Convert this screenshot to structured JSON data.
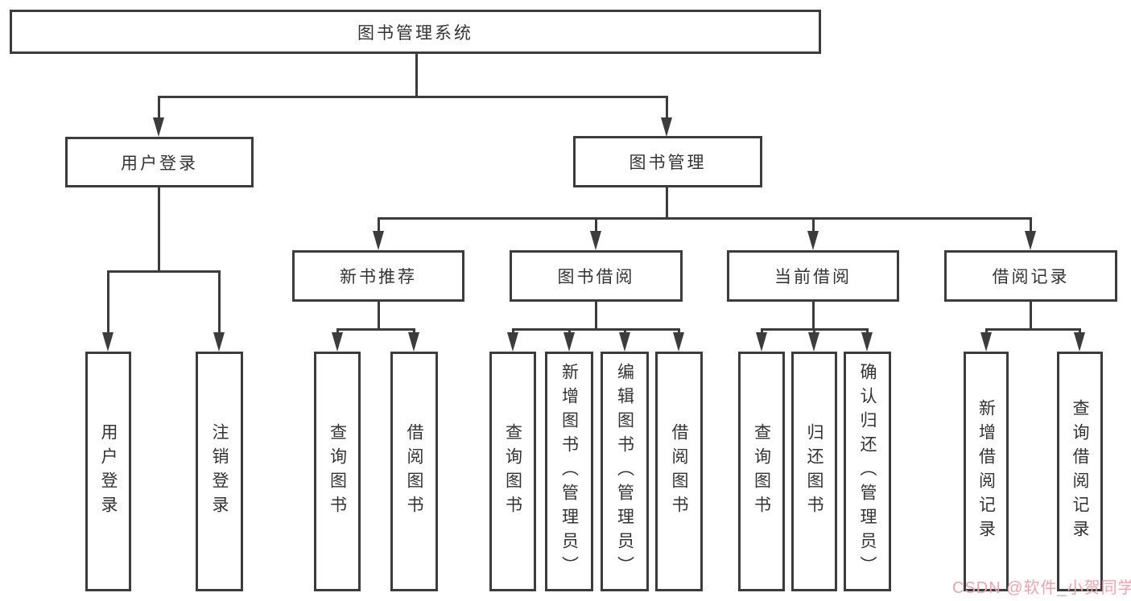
{
  "diagram": {
    "root": {
      "label": "图书管理系统"
    },
    "level2": [
      {
        "label": "用户登录"
      },
      {
        "label": "图书管理"
      }
    ],
    "level3": [
      {
        "label": "新书推荐"
      },
      {
        "label": "图书借阅"
      },
      {
        "label": "当前借阅"
      },
      {
        "label": "借阅记录"
      }
    ],
    "leaves": {
      "user_login": [
        "用户登录",
        "注销登录"
      ],
      "new_book": [
        "查询图书",
        "借阅图书"
      ],
      "book_borrow": [
        "查询图书",
        "新增图书（管理员）",
        "编辑图书（管理员）",
        "借阅图书"
      ],
      "current_borrow": [
        "查询图书",
        "归还图书",
        "确认归还（管理员）"
      ],
      "borrow_records": [
        "新增借阅记录",
        "查询借阅记录"
      ]
    },
    "colors": {
      "line": "#3c3c3c",
      "text": "#333333",
      "background": "#ffffff",
      "watermark": "#f2a2ab"
    }
  },
  "watermark": {
    "text": "CSDN @软件_小贺同学"
  }
}
